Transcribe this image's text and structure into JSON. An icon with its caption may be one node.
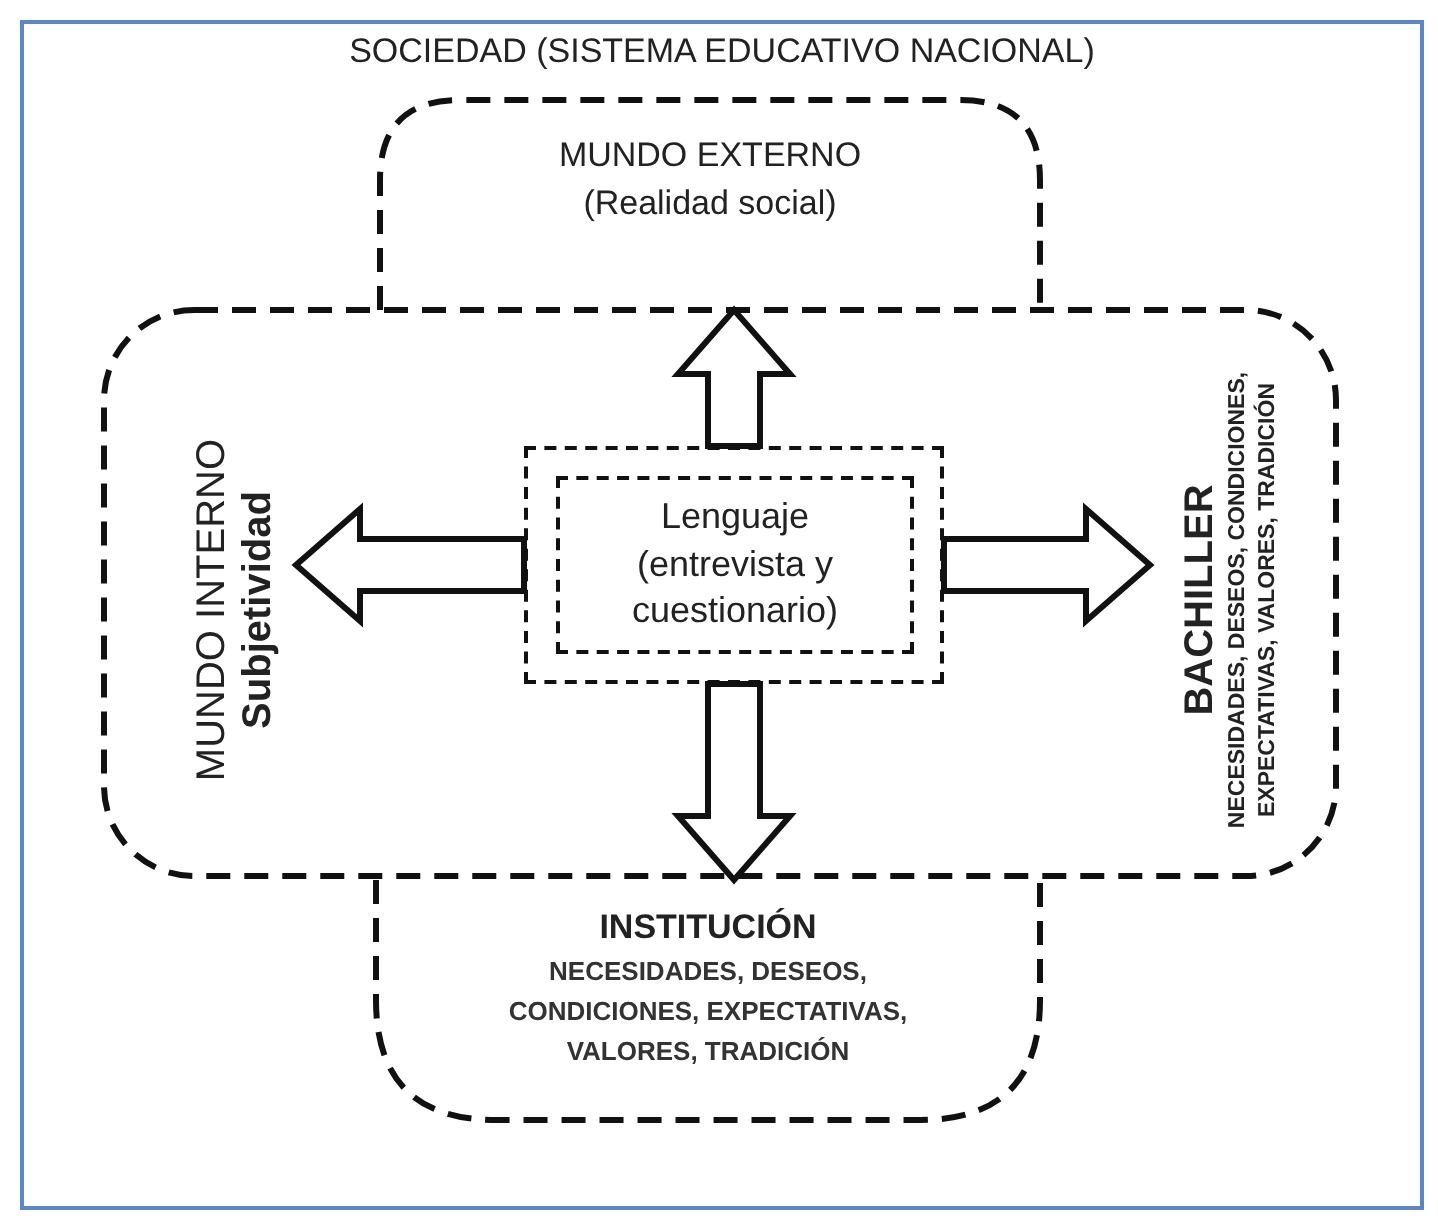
{
  "diagram": {
    "nodes": [
      {
        "text": [
          "SOCIEDAD (SISTEMA EDUCATIVO NACIONAL)"
        ]
      },
      {
        "text": [
          "MUNDO EXTERNO (Realidad social)"
        ],
        "in": 0
      },
      {
        "text": [],
        "shape": "box",
        "in": 0
      },
      {
        "text": [
          "MUNDO INTERNO",
          "Subjetividad"
        ],
        "in": 2
      },
      {
        "text": [
          "BACHILLER",
          "NECESIDADES, DESEOS, CONDICIONES, EXPECTATIVAS, VALORES, TRADICIÓN"
        ],
        "in": 2
      },
      {
        "text": [],
        "shape": "box",
        "in": 2
      },
      {
        "text": [
          "Lenguaje (entrevista y cuestionario)"
        ],
        "in": 5
      },
      {
        "text": [
          "INSTITUCIÓN",
          "NECESIDADES, DESEOS, CONDICIONES, EXPECTATIVAS, VALORES, TRADICIÓN"
        ],
        "in": 0
      }
    ],
    "edges": [
      {
        "from": 5,
        "to": 1,
        "arrow": "to",
        "style": "thick"
      },
      {
        "from": 5,
        "to": 3,
        "arrow": "to",
        "style": "thick"
      },
      {
        "from": 5,
        "to": 4,
        "arrow": "to",
        "style": "thick"
      },
      {
        "from": 5,
        "to": 7,
        "arrow": "to",
        "style": "thick"
      }
    ]
  }
}
